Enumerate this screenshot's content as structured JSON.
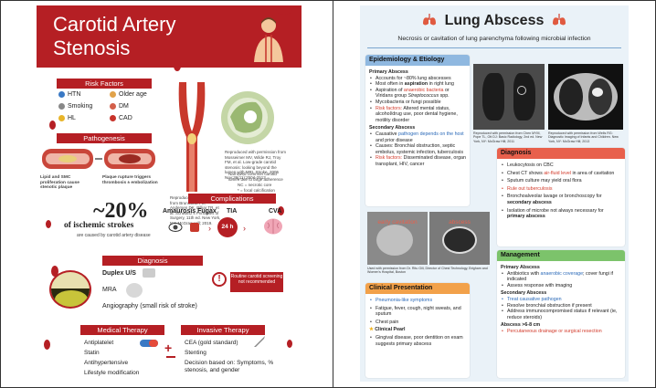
{
  "left": {
    "title_line1": "Carotid Artery",
    "title_line2": "Stenosis",
    "risk_factors": {
      "header": "Risk Factors",
      "items": [
        "HTN",
        "Older age",
        "Smoking",
        "DM",
        "HL",
        "CAD"
      ]
    },
    "pathogenesis": {
      "header": "Pathogenesis",
      "cap1": "Lipid and SMC proliferation cause stenotic plaque",
      "cap2": "Plaque rupture triggers thrombosis ± embolization"
    },
    "image_captions": {
      "artery": "Reproduced with permission from Brunicardi FC, Andersen DK, Billiar TR, et al. Schwartz's Principles of Surgery, 11th ed. New York, NY: McGraw Hill; 2019.",
      "histo": "Reproduced with permission from Mosseimer MV, Wilde RJ, Troy FM, et al. Low-grade carotid stenosis: looking beyond the lumen with MRI. Stroke. 2005 Nov;36(11):2504-2513.",
      "histo2": "Narrowed common carotid lumen due to large adherence",
      "histo3": "NC = necrotic core",
      "histo4": "* = focal calcification"
    },
    "stat_big": "~20%",
    "stat_text": "of ischemic strokes",
    "stat_sub": "are caused by carotid artery disease",
    "complications": {
      "header": "Complications",
      "items": [
        "Amaurosis Fugax",
        "TIA",
        "CVA"
      ],
      "tia_badge": "24 h"
    },
    "diagnosis": {
      "header": "Diagnosis",
      "items": [
        "Duplex U/S",
        "MRA",
        "Angiography (small risk of stroke)"
      ],
      "note": "Routine carotid screening not recommended"
    },
    "medical_therapy": {
      "header": "Medical Therapy",
      "items": [
        "Antiplatelet",
        "Statin",
        "Antihypertensive",
        "Lifestyle modification"
      ]
    },
    "invasive_therapy": {
      "header": "Invasive Therapy",
      "items": [
        "CEA (gold standard)",
        "Stenting",
        "Decision based on: Symptoms, % stenosis, and gender"
      ]
    }
  },
  "right": {
    "title": "Lung Abscess",
    "subtitle": "Necrosis or cavitation of lung parenchyma following microbial infection",
    "epi": {
      "header": "Epidemiology & Etiology",
      "primary_title": "Primary Abscess",
      "p1": "Accounts for ~80% lung abscesses",
      "p2a": "Most often in ",
      "p2b": "aspiration",
      "p2c": " in right lung",
      "p3a": "Aspiration of ",
      "p3b": "anaerobic bacteria",
      "p3c": " or Viridans group ",
      "p3d": "Streptococcus",
      "p3e": " spp.",
      "p4": "Mycobacteria or fungi possible",
      "p5a": "Risk factors:",
      "p5b": " Altered mental status, alcohol/drug use, poor dental hygiene, motility disorder",
      "secondary_title": "Secondary Abscess",
      "s1a": "Causative ",
      "s1b": "pathogen depends on the host",
      "s1c": " and prior disease",
      "s2": "Causes: Bronchial obstruction, septic embolus, systemic infection, tuberculosis",
      "s3a": "Risk factors:",
      "s3b": " Disseminated disease, organ transplant, HIV, cancer"
    },
    "xray_cap": "Reproduced with permission from Chen MYM, Pope TL, Ott DJ: Basic Radiology, 2nd ed. New York, NY: McGraw Hill; 2011",
    "ct_cap": "Reproduced with permission from Wells RG: Diagnostic Imaging of Infants and Children. New York, NY: McGraw Hill; 2013",
    "diagnosis": {
      "header": "Diagnosis",
      "d1": "Leukocytosis on CBC",
      "d2a": "Chest CT shows ",
      "d2b": "air-fluid level",
      "d2c": " in area of cavitation",
      "d3": "Sputum culture may yield oral flora",
      "d4": "Rule out tuberculosis",
      "d5a": "Bronchoalveolar lavage or bronchoscopy for ",
      "d5b": "secondary abscess",
      "d6a": "Isolation of microbe not always necessary for ",
      "d6b": "primary abscess"
    },
    "histo_labels": [
      "early cavitation",
      "abscess"
    ],
    "histo_cap": "Used with permission from Dr. Ritu Gill, Director of Chest Technology, Brigham and Women's Hospital, Boston",
    "clinical": {
      "header": "Clinical Presentation",
      "c1": "Pneumonia-like symptoms",
      "c2": "Fatigue, fever, cough, night sweats, and sputum",
      "c3": "Chest pain",
      "pearl": "Clinical Pearl",
      "c4": "Gingival disease, poor dentition on exam suggests primary abscess"
    },
    "management": {
      "header": "Management",
      "primary_title": "Primary Abscess",
      "m1a": "Antibiotics with ",
      "m1b": "anaerobic coverage",
      "m1c": "; cover fungi if indicated",
      "m2": "Assess response with imaging",
      "secondary_title": "Secondary Abscess",
      "m3": "Treat causative pathogen",
      "m4": "Resolve bronchial obstruction if present",
      "m5": "Address immunocompromised status if relevant (ie, reduce steroids)",
      "large_title": "Abscess >6-8 cm",
      "m6": "Percutaneous drainage or surgical resection"
    }
  },
  "colors": {
    "left_accent": "#b51f24",
    "right_bg": "#eaf2f8",
    "epi_header": "#8fb8e0",
    "diag_header": "#e8604c",
    "clin_header": "#f2a14a",
    "mgmt_header": "#7cc36b",
    "highlight_red": "#d23a2a",
    "highlight_blue": "#2a69b8"
  }
}
